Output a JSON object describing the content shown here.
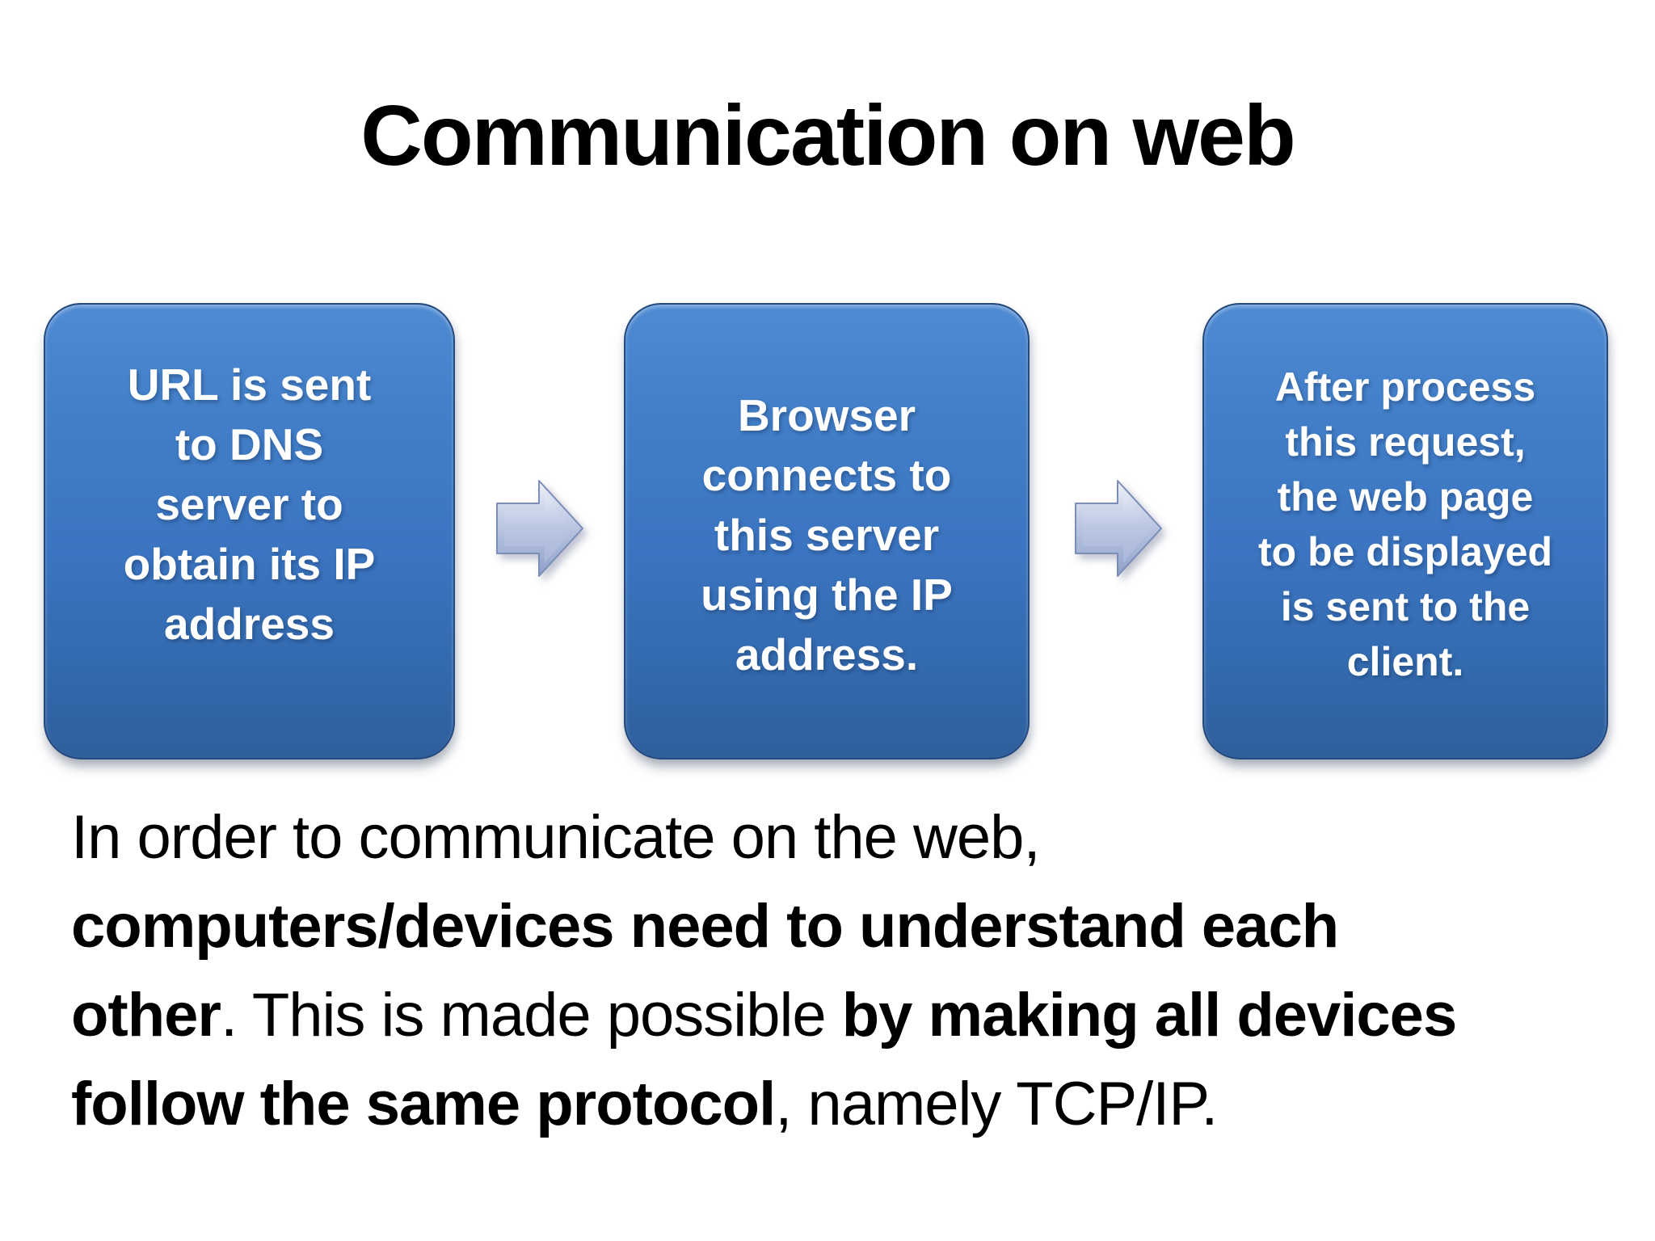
{
  "slide": {
    "background_color": "#ffffff",
    "title": {
      "text": "Communication on web",
      "color": "#000000"
    },
    "flow": {
      "box_style": {
        "fill_top": "#4f8bd3",
        "fill_mid": "#3b74c0",
        "fill_bottom": "#2f5e9c",
        "border": "#24497c",
        "text_color": "#ffffff"
      },
      "arrow_style": {
        "highlight": "#e9edf7",
        "face": "#b9c4e1",
        "shade": "#8c9cc6",
        "outline": "#7c8db8"
      },
      "boxes": [
        {
          "lines": [
            "URL is sent",
            "to DNS",
            "server to",
            "obtain its IP",
            "address"
          ]
        },
        {
          "lines": [
            "Browser",
            "connects to",
            "this server",
            "using the IP",
            "address."
          ]
        },
        {
          "lines": [
            "After process",
            "this request,",
            "the web page",
            "to be displayed",
            "is sent to the",
            "client."
          ]
        }
      ],
      "arrows": [
        {
          "direction": "right"
        },
        {
          "direction": "right"
        }
      ]
    },
    "paragraph": {
      "lines": [
        {
          "segments": [
            {
              "text": "In order to communicate on the web,",
              "bold": false
            }
          ]
        },
        {
          "segments": [
            {
              "text": "computers/devices need to understand each",
              "bold": true
            }
          ]
        },
        {
          "segments": [
            {
              "text": "other",
              "bold": true
            },
            {
              "text": ". This is made possible ",
              "bold": false
            },
            {
              "text": "by making all devices",
              "bold": true
            }
          ]
        },
        {
          "segments": [
            {
              "text": "follow the same protocol",
              "bold": true
            },
            {
              "text": ", namely TCP/IP.",
              "bold": false
            }
          ]
        }
      ]
    }
  }
}
